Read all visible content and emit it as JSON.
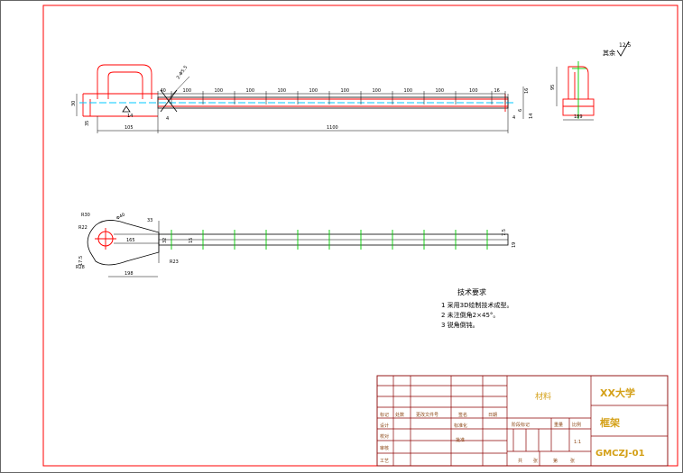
{
  "colors": {
    "frame": "#ff0000",
    "part": "#ff0000",
    "centerline": "#00c8ff",
    "support": "#00cc00",
    "title_text": "#d4a017"
  },
  "roughness": {
    "prefix": "其余",
    "value": "12.5"
  },
  "front_view": {
    "dims_top": [
      "40",
      "100",
      "100",
      "100",
      "100",
      "100",
      "100",
      "100",
      "100",
      "100",
      "100",
      "16"
    ],
    "dim_left_width": "105",
    "dim_main_length": "1100",
    "dim_small_4": "4",
    "dim_angle_label": "14",
    "dim_hole": "2-Φ5.5",
    "dim_left_height": "30",
    "dim_left_small": "35",
    "dim_right_a": "4",
    "dim_right_b": "6",
    "dim_right_c": "14",
    "dim_right_d": "16"
  },
  "side_view": {
    "dim_height": "95",
    "dim_width": "189"
  },
  "top_view": {
    "dim_r30": "R30",
    "dim_r22": "R22",
    "dim_r28": "R28",
    "dim_phi": "Φ40",
    "dim_33": "33",
    "dim_165": "165",
    "dim_175": "17.5",
    "dim_15": "15",
    "dim_198": "198",
    "dim_r23": "R23",
    "dim_75": "7.5",
    "dim_19": "19",
    "dim_32": "32"
  },
  "tech_requirements": {
    "title": "技术要求",
    "items": [
      "1 采用3D绘制技术成型。",
      "2 未注倒角2×45°。",
      "3 锐角倒钝。"
    ]
  },
  "title_block": {
    "material": "材料",
    "university": "XX大学",
    "part_name": "框架",
    "drawing_no": "GMCZJ-01",
    "rows": [
      "标记",
      "设计",
      "校对",
      "审核",
      "工艺"
    ],
    "cols": [
      "处数",
      "更改文件号",
      "签名",
      "日期"
    ],
    "standardize": "标准化",
    "approve": "批准",
    "stage_labels": [
      "阶段标记",
      "重量",
      "比例"
    ],
    "scale": "1:1",
    "sheet_labels": [
      "共",
      "张",
      "第",
      "张"
    ]
  }
}
